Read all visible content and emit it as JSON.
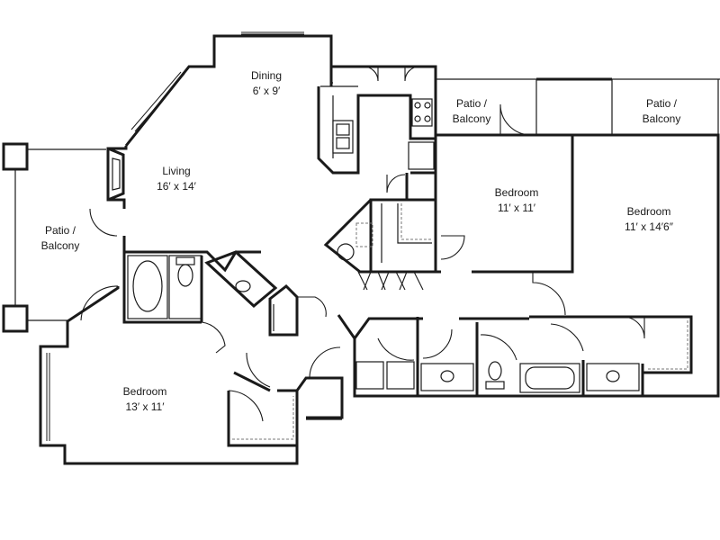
{
  "rooms": {
    "dining": {
      "name": "Dining",
      "size": "6′ x 9′"
    },
    "living": {
      "name": "Living",
      "size": "16′ x 14′"
    },
    "patio_left": {
      "line1": "Patio /",
      "line2": "Balcony"
    },
    "patio_mid": {
      "line1": "Patio /",
      "line2": "Balcony"
    },
    "patio_right": {
      "line1": "Patio /",
      "line2": "Balcony"
    },
    "bedroom_mid": {
      "name": "Bedroom",
      "size": "11′ x 11′"
    },
    "bedroom_right": {
      "name": "Bedroom",
      "size": "11′ x 14′6″"
    },
    "bedroom_bottom": {
      "name": "Bedroom",
      "size": "13′ x 11′"
    }
  }
}
